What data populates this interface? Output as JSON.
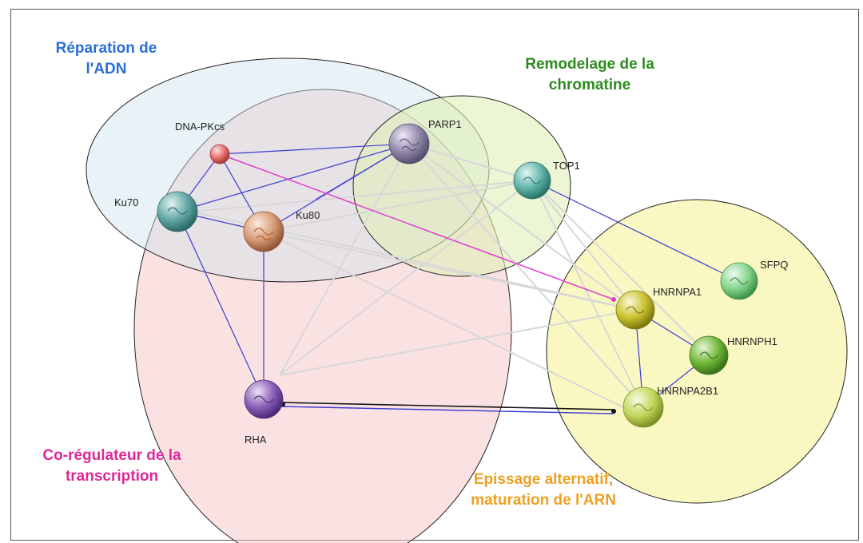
{
  "groups": {
    "dna_repair": {
      "line1": "Réparation de",
      "line2": "l'ADN",
      "color": "#2a6fd6"
    },
    "chromatin": {
      "line1": "Remodelage de la",
      "line2": "chromatine",
      "color": "#2e8b20"
    },
    "transcription": {
      "line1": "Co-régulateur de la",
      "line2": "transcription",
      "color": "#e0279a"
    },
    "splicing": {
      "line1": "Epissage alternatif,",
      "line2": "maturation de l'ARN",
      "color": "#f0a020"
    }
  },
  "nodes": {
    "dnapkcs": {
      "label": "DNA-PKcs",
      "color": "#e46d6d"
    },
    "parp1": {
      "label": "PARP1",
      "color": "#8f86a8"
    },
    "top1": {
      "label": "TOP1",
      "color": "#5fb3a8"
    },
    "ku70": {
      "label": "Ku70",
      "color": "#5fa7a3"
    },
    "ku80": {
      "label": "Ku80",
      "color": "#d69a74"
    },
    "rha": {
      "label": "RHA",
      "color": "#8a5db8"
    },
    "sfpq": {
      "label": "SFPQ",
      "color": "#86d38c"
    },
    "hnrnpa1": {
      "label": "HNRNPA1",
      "color": "#c8c12e"
    },
    "hnrnph1": {
      "label": "HNRNPH1",
      "color": "#6fb637"
    },
    "hnrnpa2b1": {
      "label": "HNRNPA2B1",
      "color": "#c3d65a"
    }
  }
}
